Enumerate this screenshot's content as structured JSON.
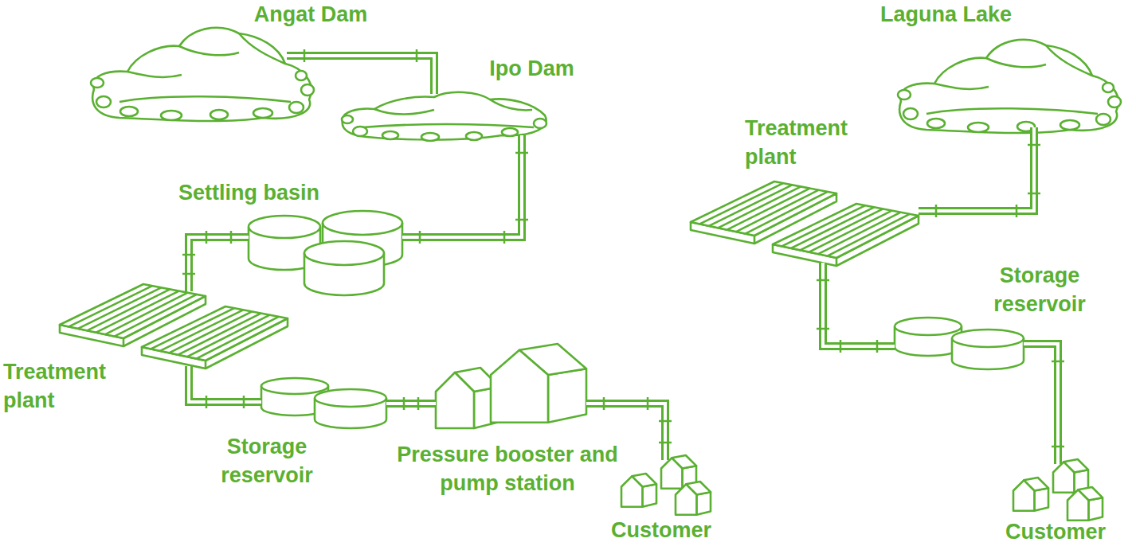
{
  "diagram": {
    "nodes": [
      {
        "text": [
          "Angat Dam"
        ]
      },
      {
        "text": [
          "Ipo Dam"
        ]
      },
      {
        "text": [
          "Settling basin"
        ]
      },
      {
        "text": [
          "Treatment plant"
        ]
      },
      {
        "text": [
          "Storage reservoir"
        ]
      },
      {
        "text": [
          "Pressure booster and pump station"
        ]
      },
      {
        "text": [
          "Customer"
        ]
      },
      {
        "text": [
          "Laguna Lake"
        ]
      },
      {
        "text": [
          "Treatment plant"
        ]
      },
      {
        "text": [
          "Storage reservoir"
        ]
      },
      {
        "text": [
          "Customer"
        ]
      }
    ],
    "edges": [
      {
        "from": 0,
        "to": 1,
        "arrow": "none"
      },
      {
        "from": 1,
        "to": 2,
        "arrow": "none"
      },
      {
        "from": 2,
        "to": 3,
        "arrow": "none"
      },
      {
        "from": 3,
        "to": 4,
        "arrow": "none"
      },
      {
        "from": 4,
        "to": 5,
        "arrow": "none"
      },
      {
        "from": 5,
        "to": 6,
        "arrow": "none"
      },
      {
        "from": 7,
        "to": 8,
        "arrow": "none"
      },
      {
        "from": 8,
        "to": 9,
        "arrow": "none"
      },
      {
        "from": 9,
        "to": 10,
        "arrow": "none"
      }
    ]
  }
}
